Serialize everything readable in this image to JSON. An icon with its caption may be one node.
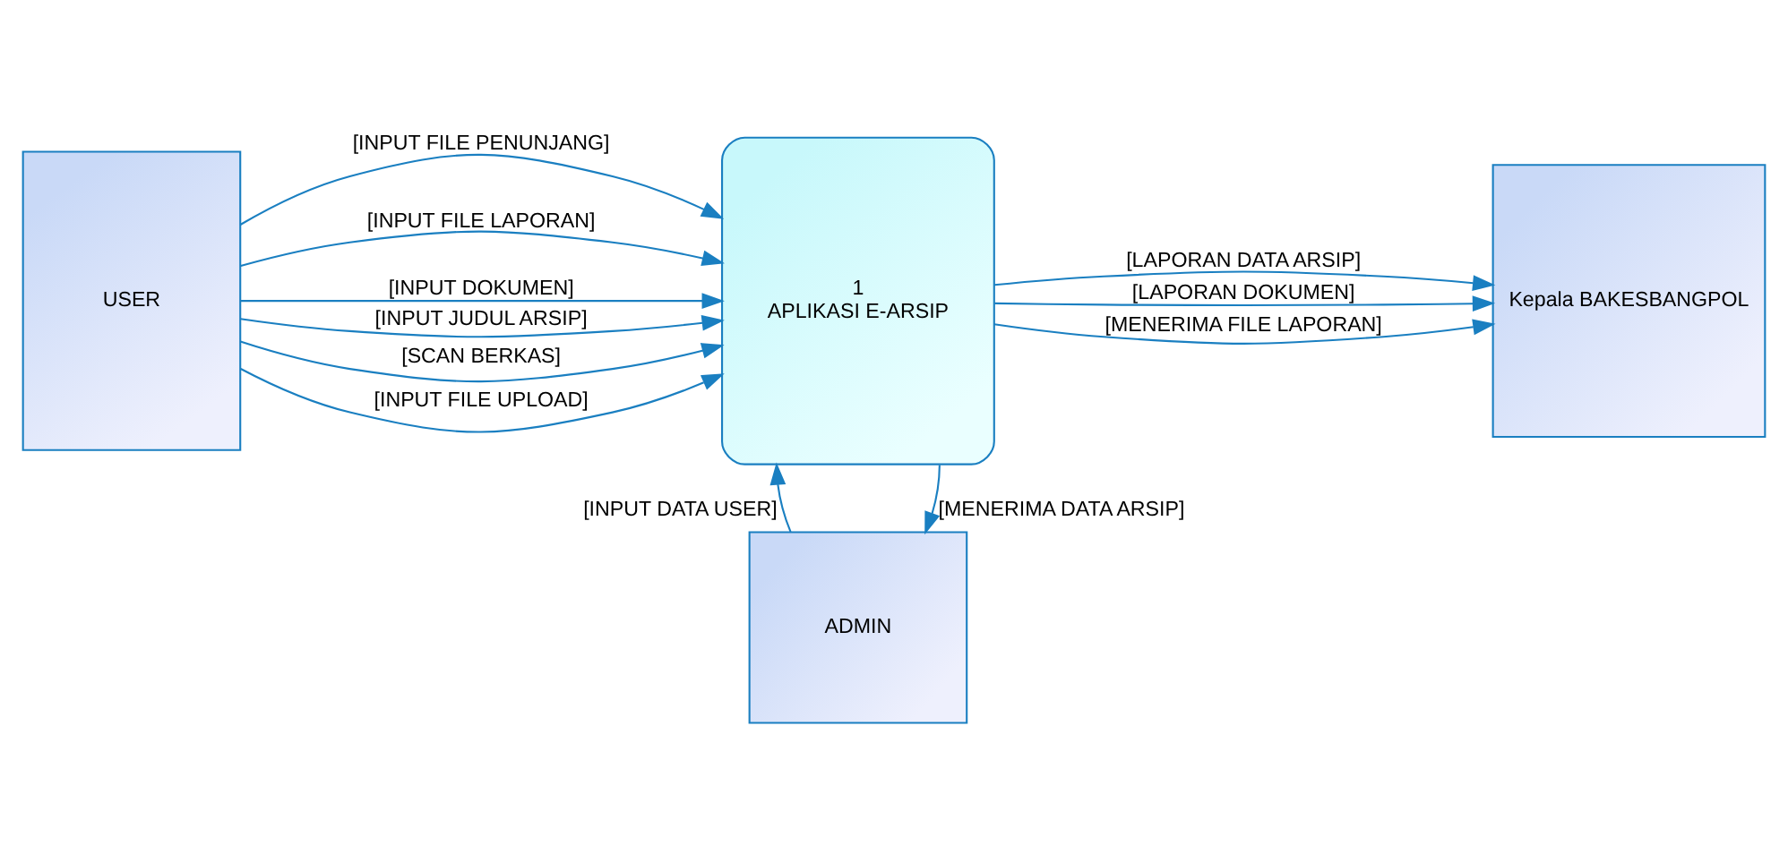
{
  "diagram": {
    "nodes": [
      {
        "text": [
          "ADMIN"
        ]
      },
      {
        "text": [
          "USER"
        ]
      },
      {
        "text": [
          "1",
          "APLIKASI E-ARSIP"
        ]
      },
      {
        "text": [
          "Kepala BAKESBANGPOL"
        ]
      }
    ],
    "edges": [
      {
        "from": 2,
        "to": 0,
        "arrow": "to",
        "label": "[MENERIMA DATA ARSIP]"
      },
      {
        "from": 0,
        "to": 2,
        "arrow": "to",
        "label": "[INPUT DATA USER]"
      },
      {
        "from": 1,
        "to": 2,
        "arrow": "to",
        "label": "[INPUT FILE PENUNJANG]"
      },
      {
        "from": 1,
        "to": 2,
        "arrow": "to",
        "label": "[INPUT FILE LAPORAN]"
      },
      {
        "from": 1,
        "to": 2,
        "arrow": "to",
        "label": "[INPUT DOKUMEN]"
      },
      {
        "from": 1,
        "to": 2,
        "arrow": "to",
        "label": "[INPUT JUDUL ARSIP]"
      },
      {
        "from": 1,
        "to": 2,
        "arrow": "to",
        "label": "[SCAN BERKAS]"
      },
      {
        "from": 1,
        "to": 2,
        "arrow": "to",
        "label": "[INPUT FILE UPLOAD]"
      },
      {
        "from": 2,
        "to": 3,
        "arrow": "to",
        "label": "[LAPORAN DATA ARSIP]"
      },
      {
        "from": 2,
        "to": 3,
        "arrow": "to",
        "label": "[LAPORAN DOKUMEN]"
      },
      {
        "from": 2,
        "to": 3,
        "arrow": "to",
        "label": "[MENERIMA FILE LAPORAN]"
      }
    ]
  }
}
